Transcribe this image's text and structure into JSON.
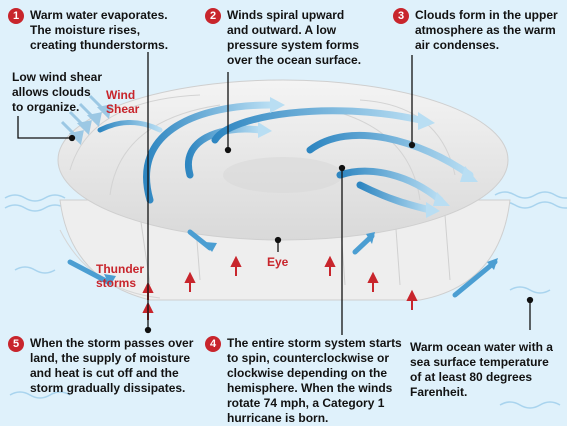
{
  "steps": [
    {
      "num": "1",
      "text": "Warm water evaporates.\nThe moisture rises,\ncreating thunderstorms."
    },
    {
      "num": "2",
      "text": "Winds spiral upward\nand outward. A low\npressure system forms\nover the ocean surface."
    },
    {
      "num": "3",
      "text": "Clouds form in the upper\natmosphere as the warm\nair condenses."
    },
    {
      "num": "4",
      "text": "The entire storm system starts\nto spin, counterclockwise or\nclockwise depending on the\nhemisphere. When the winds\nrotate 74 mph, a Category 1\nhurricane is born."
    },
    {
      "num": "5",
      "text": "When the storm passes over\nland, the supply of moisture\nand heat is cut off and the\nstorm gradually dissipates."
    }
  ],
  "notes": {
    "wind_shear_note": "Low wind shear\nallows clouds\nto organize.",
    "ocean_note": "Warm ocean water with a\nsea surface temperature\nof at least 80 degrees\nFarenheit."
  },
  "labels": {
    "wind_shear": "Wind\nShear",
    "thunderstorms": "Thunder\nstorms",
    "eye": "Eye"
  },
  "colors": {
    "background": "#dff1fb",
    "accent_red": "#c8252c",
    "arrow_blue": "#3f95cc",
    "cloud": "#e6e6e6"
  }
}
